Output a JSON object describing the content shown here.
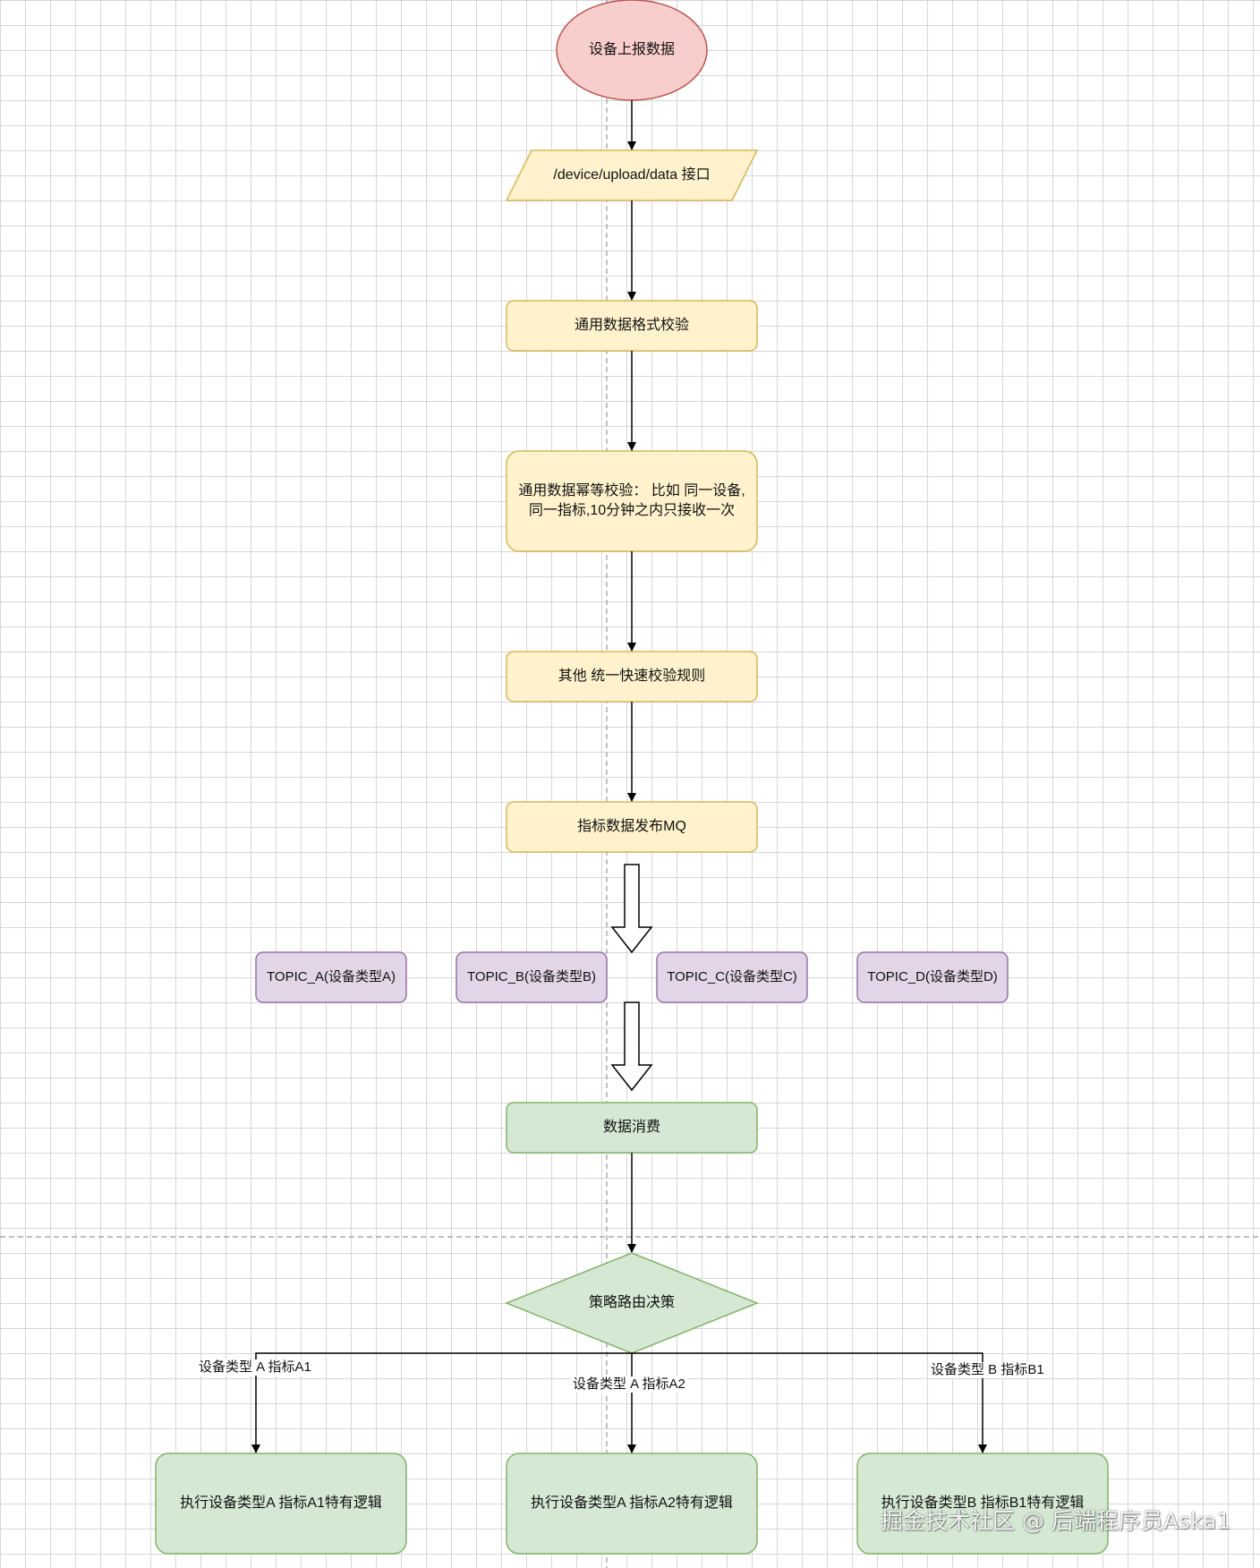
{
  "nodes": {
    "start": "设备上报数据",
    "api": "/device/upload/data 接口",
    "format_check": "通用数据格式校验",
    "idempotent_check": "通用数据幂等校验： 比如 同一设备,同一指标,10分钟之内只接收一次",
    "quick_check": "其他 统一快速校验规则",
    "publish_mq": "指标数据发布MQ",
    "topic_a": "TOPIC_A(设备类型A)",
    "topic_b": "TOPIC_B(设备类型B)",
    "topic_c": "TOPIC_C(设备类型C)",
    "topic_d": "TOPIC_D(设备类型D)",
    "consume": "数据消费",
    "decision": "策略路由决策",
    "exec_a1": "执行设备类型A 指标A1特有逻辑",
    "exec_a2": "执行设备类型A 指标A2特有逻辑",
    "exec_b1": "执行设备类型B 指标B1特有逻辑"
  },
  "edge_labels": {
    "to_a1": "设备类型 A 指标A1",
    "to_a2": "设备类型 A 指标A2",
    "to_b1": "设备类型 B 指标B1"
  },
  "colors": {
    "start_fill": "#f8cecc",
    "start_stroke": "#b85450",
    "yellow_fill": "#fff2cc",
    "yellow_stroke": "#d6b656",
    "purple_fill": "#e1d5e7",
    "purple_stroke": "#9673a6",
    "green_fill": "#d5e8d4",
    "green_stroke": "#82b366"
  },
  "watermark": "掘金技术社区 @ 后端程序员Aska1"
}
